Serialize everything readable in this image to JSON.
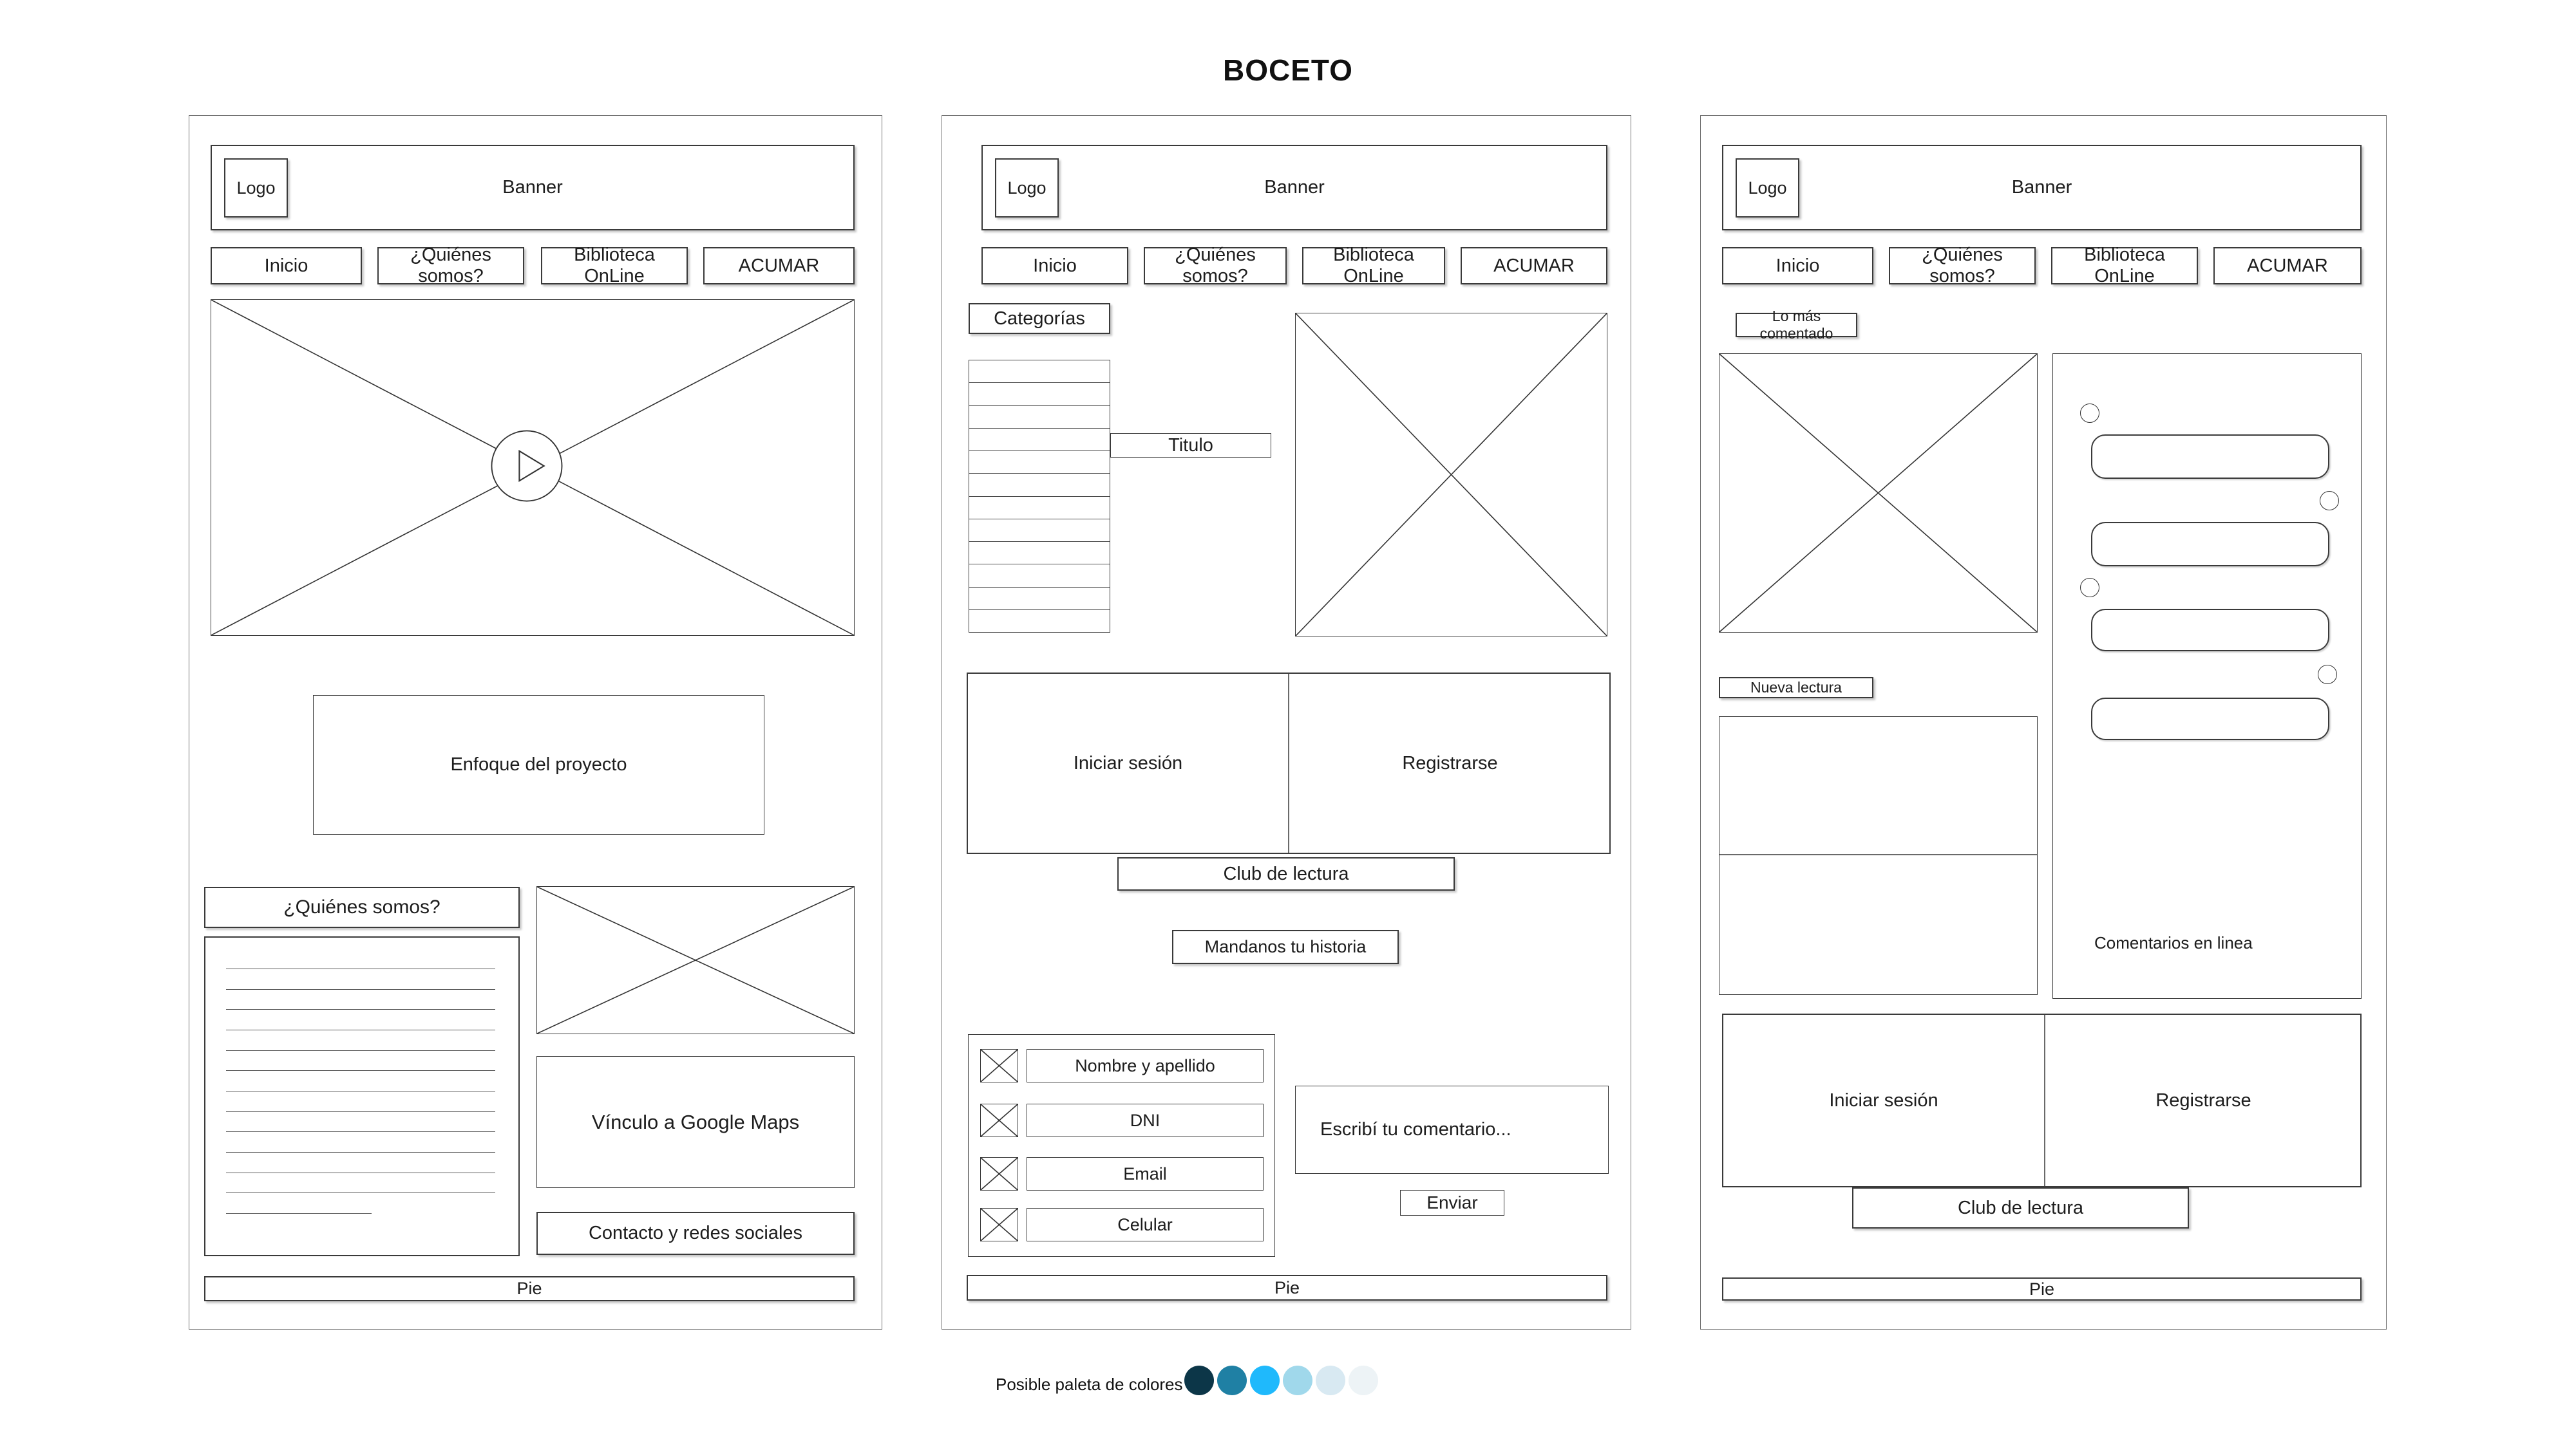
{
  "page_title": "BOCETO",
  "nav": {
    "items": [
      "Inicio",
      "¿Quiénes somos?",
      "Biblioteca OnLine",
      "ACUMAR"
    ]
  },
  "header": {
    "logo": "Logo",
    "banner": "Banner"
  },
  "footer": {
    "pie": "Pie"
  },
  "auth": {
    "login": "Iniciar sesión",
    "register": "Registrarse",
    "club": "Club de lectura"
  },
  "frame1": {
    "enfoque": "Enfoque del proyecto",
    "quienes_header": "¿Quiénes somos?",
    "maps": "Vínculo a Google Maps",
    "contacto": "Contacto y redes sociales"
  },
  "frame2": {
    "categorias": "Categorías",
    "titulo": "Titulo",
    "historia": "Mandanos tu historia",
    "form": {
      "fields": [
        "Nombre y apellido",
        "DNI",
        "Email",
        "Celular"
      ]
    },
    "comment_placeholder": "Escribí tu comentario...",
    "enviar": "Enviar"
  },
  "frame3": {
    "lo_mas": "Lo más comentado",
    "nueva_lectura": "Nueva lectura",
    "comentarios": "Comentarios en linea"
  },
  "palette": {
    "label": "Posible paleta de colores",
    "colors": [
      "#0c3648",
      "#1f80a4",
      "#1fb9fc",
      "#a0d8eb",
      "#d8e9f2",
      "#edf3f6"
    ]
  }
}
